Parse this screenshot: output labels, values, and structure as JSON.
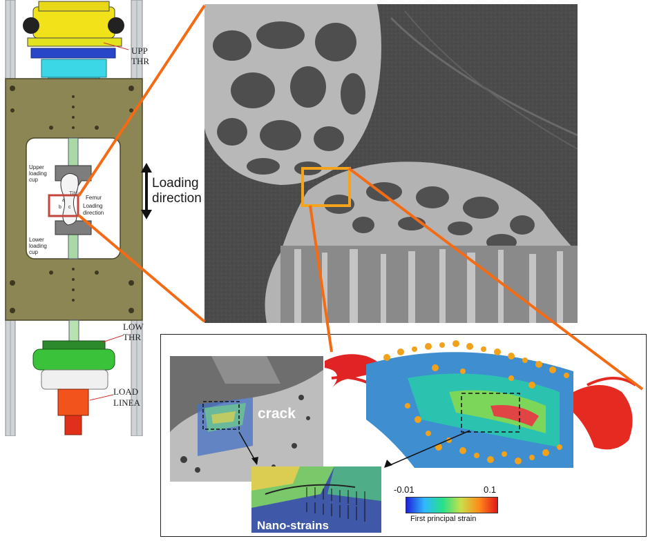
{
  "rig": {
    "upper_label_1": "UPP",
    "upper_label_2": "THR",
    "lower_label_1": "LOW",
    "lower_label_2": "THR",
    "load_label_1": "LOAD",
    "load_label_2": "LINEA",
    "upper_cup": "Upper loading cup",
    "lower_cup": "Lower loading cup",
    "femur": "Femur",
    "tibia": "Tibia",
    "loading_direction_small": "Loading direction",
    "marker_a": "a",
    "marker_b": "b",
    "marker_c": "c"
  },
  "arrow_label": {
    "line1": "Loading",
    "line2": "direction"
  },
  "panel": {
    "crack": "crack",
    "nano": "Nano-strains"
  },
  "colorbar": {
    "min": "-0.01",
    "max": "0.1",
    "title": "First principal strain",
    "colors": [
      "#1f1fd9",
      "#2fb9ff",
      "#27e08a",
      "#c8e04a",
      "#ff8a1a",
      "#e01818"
    ]
  },
  "colors": {
    "highlight_orange": "#f5a31a",
    "connector_orange": "#f36c15",
    "rig_plate": "#8c8554",
    "red_box": "#c2443d"
  }
}
